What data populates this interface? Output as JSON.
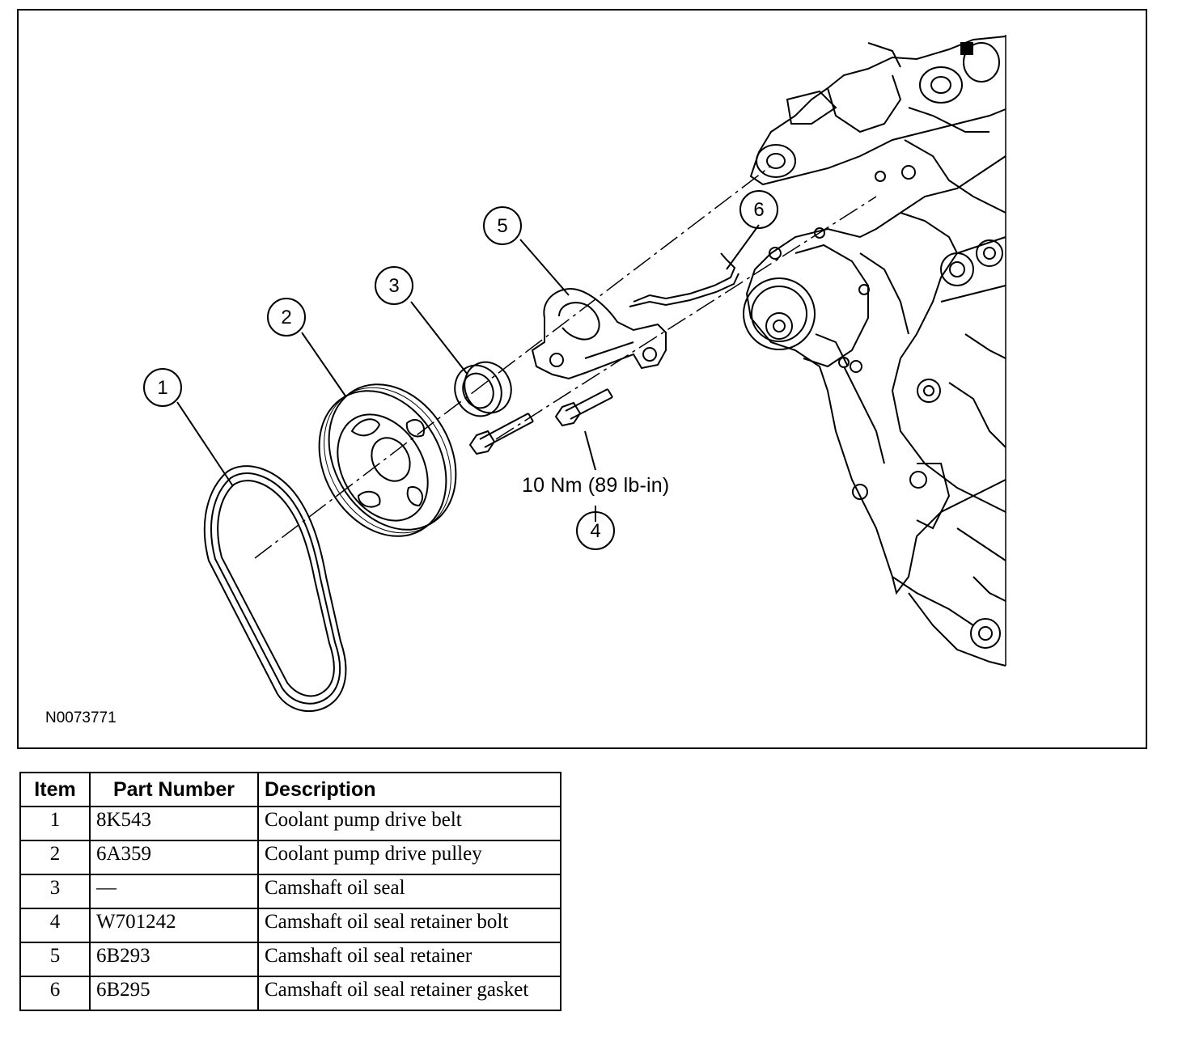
{
  "figure": {
    "id": "N0073771",
    "torque_spec": "10 Nm (89 lb-in)",
    "callouts": [
      "1",
      "2",
      "3",
      "4",
      "5",
      "6"
    ]
  },
  "table": {
    "headers": [
      "Item",
      "Part Number",
      "Description"
    ],
    "rows": [
      {
        "item": "1",
        "part": "8K543",
        "desc": "Coolant pump drive belt"
      },
      {
        "item": "2",
        "part": "6A359",
        "desc": "Coolant pump drive pulley"
      },
      {
        "item": "3",
        "part": "—",
        "desc": "Camshaft oil seal"
      },
      {
        "item": "4",
        "part": "W701242",
        "desc": "Camshaft oil seal retainer bolt"
      },
      {
        "item": "5",
        "part": "6B293",
        "desc": "Camshaft oil seal retainer"
      },
      {
        "item": "6",
        "part": "6B295",
        "desc": "Camshaft oil seal retainer gasket"
      }
    ]
  }
}
